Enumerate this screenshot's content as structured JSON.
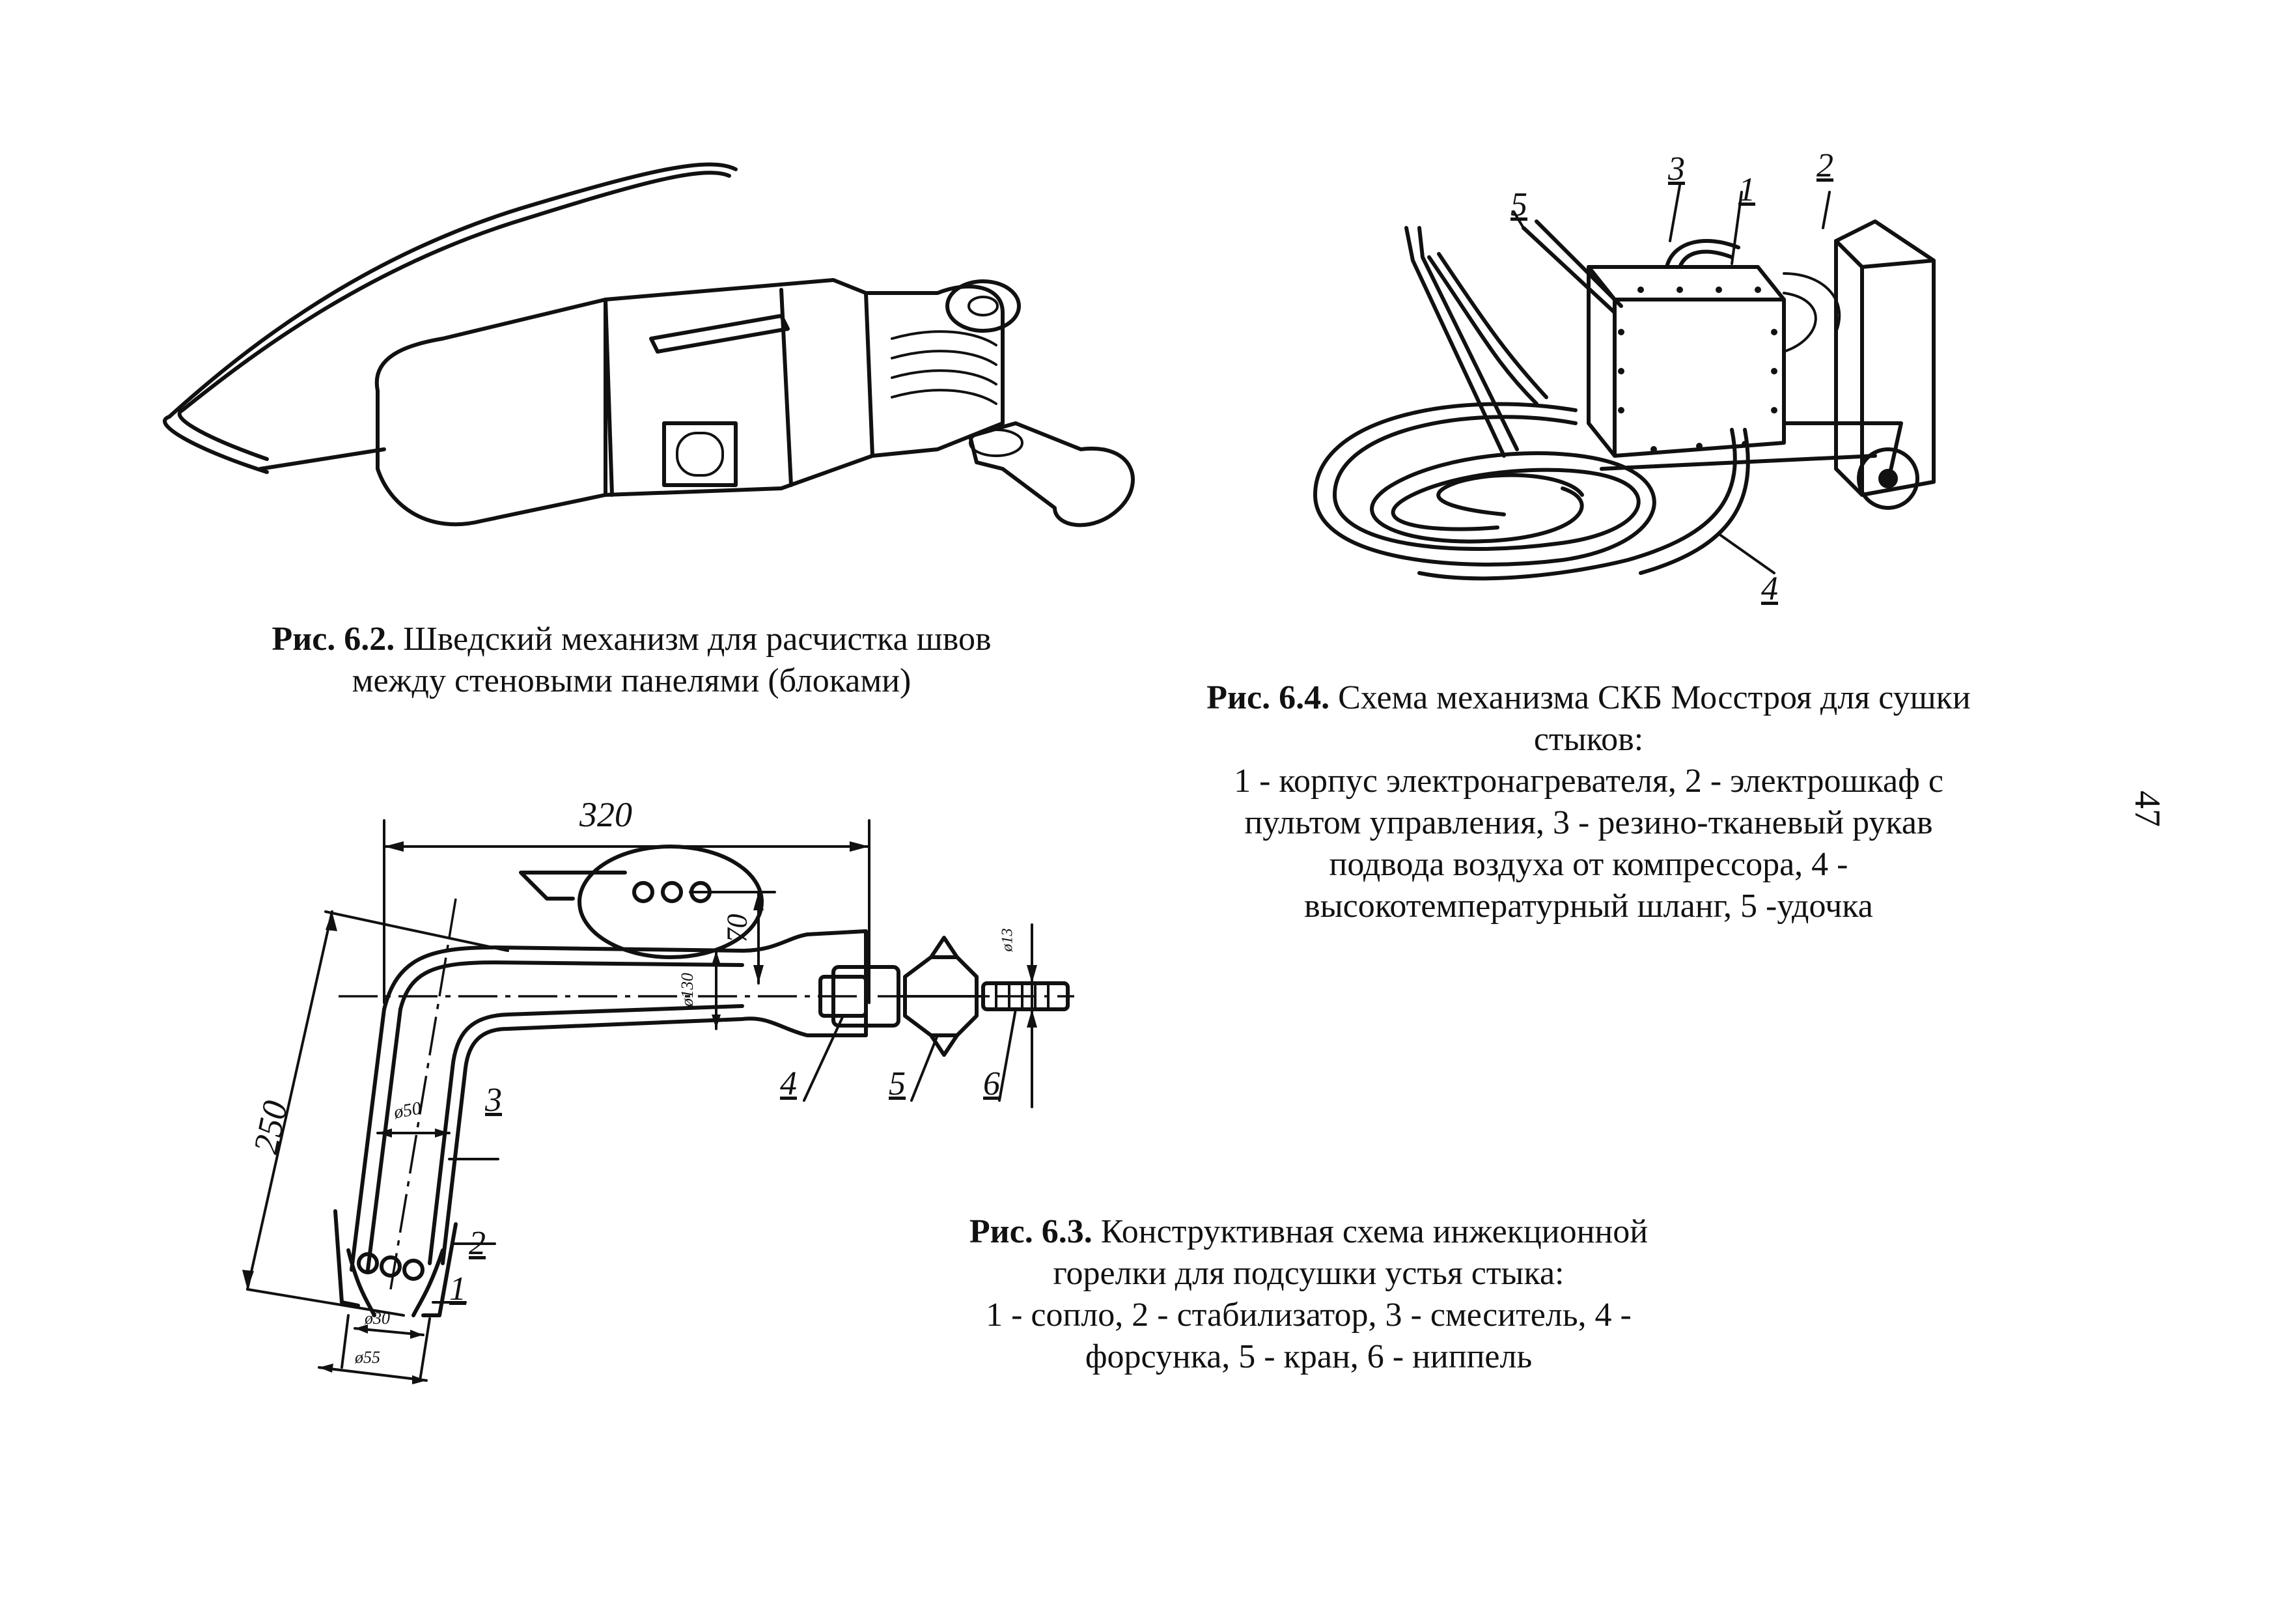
{
  "page_number": "47",
  "figure_6_2": {
    "caption_label": "Рис. 6.2.",
    "caption_text_line1": "Шведский механизм для расчистка швов",
    "caption_text_line2": "между стеновыми панелями (блоками)"
  },
  "figure_6_4": {
    "caption_label": "Рис. 6.4.",
    "caption_line1": "Схема механизма СКБ Мосстроя для сушки",
    "caption_line2": "стыков:",
    "caption_line3": "1 - корпус электронагревателя, 2 - электрошкаф с",
    "caption_line4": "пультом управления, 3 - резино-тканевый рукав",
    "caption_line5": "подвода воздуха от компрессора, 4 -",
    "caption_line6": "высокотемпературный шланг, 5 -удочка",
    "part_labels": [
      "1",
      "2",
      "3",
      "4",
      "5"
    ]
  },
  "figure_6_3": {
    "caption_label": "Рис. 6.3.",
    "caption_line1": "Конструктивная схема инжекционной",
    "caption_line2": "горелки для подсушки устья стыка:",
    "caption_line3": "1 - сопло, 2 - стабилизатор, 3 - смеситель, 4 -",
    "caption_line4": "форсунка, 5 - кран, 6 - ниппель",
    "part_labels": [
      "1",
      "2",
      "3",
      "4",
      "5",
      "6"
    ],
    "dimensions": {
      "length_top": "320",
      "length_side": "250",
      "height": "70",
      "d_mixer": "ø130",
      "d_tube": "ø50",
      "d_nozzle_inner": "ø30",
      "d_nozzle_outer": "ø55",
      "d_nipple": "ø13"
    }
  }
}
